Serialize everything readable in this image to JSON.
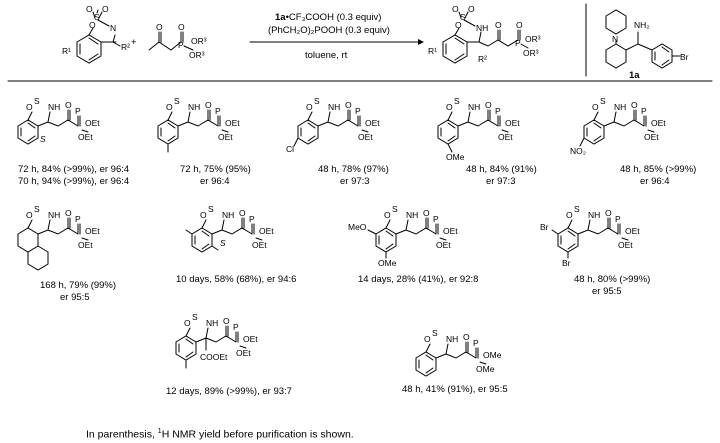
{
  "scheme": {
    "reagent_plus": "+",
    "conditions": {
      "line1_bold": "1a",
      "line1_rest": "•CF₃COOH (0.3 equiv)",
      "line2": "(PhCH₂O)₂POOH (0.3 equiv)",
      "line3": "toluene, rt"
    },
    "catalyst_label": "1a",
    "atoms": {
      "O": "O",
      "S": "S",
      "N": "N",
      "NH": "NH",
      "P": "P",
      "Br": "Br",
      "NH2": "NH₂",
      "R1": "R¹",
      "R2": "R²",
      "OR3": "OR³",
      "OEt": "OEt",
      "OMe": "OMe",
      "Cl": "Cl",
      "NO2": "NO₂",
      "MeO": "MeO",
      "COOEt": "COOEt",
      "S_stereo": "S"
    }
  },
  "results": [
    {
      "id": "r1",
      "line1": "72 h, 84% (>99%), er 96:4",
      "line2": "70 h, 94% (>99%), er 96:4"
    },
    {
      "id": "r2",
      "line1": "72 h, 75% (95%)",
      "line2": "er 96:4"
    },
    {
      "id": "r3",
      "line1": "48 h, 78% (97%)",
      "line2": "er 97:3"
    },
    {
      "id": "r4",
      "line1": "48 h, 84% (91%)",
      "line2": "er 97:3"
    },
    {
      "id": "r5",
      "line1": "48 h, 85% (>99%)",
      "line2": "er 96:4"
    },
    {
      "id": "r6",
      "line1": "168 h, 79% (99%)",
      "line2": "er 95:5"
    },
    {
      "id": "r7",
      "line1": "10 days, 58% (68%), er 94:6",
      "line2": ""
    },
    {
      "id": "r8",
      "line1": "14 days, 28% (41%), er 92:8",
      "line2": ""
    },
    {
      "id": "r9",
      "line1": "48 h, 80% (>99%)",
      "line2": "er 95:5"
    },
    {
      "id": "r10",
      "line1": "12 days, 89% (>99%), er 93:7",
      "line2": ""
    },
    {
      "id": "r11",
      "line1": "48 h, 41% (91%), er 95:5",
      "line2": ""
    }
  ],
  "footnote": {
    "prefix": "In parenthesis, ",
    "sup": "1",
    "suffix": "H NMR yield before purification is shown."
  }
}
